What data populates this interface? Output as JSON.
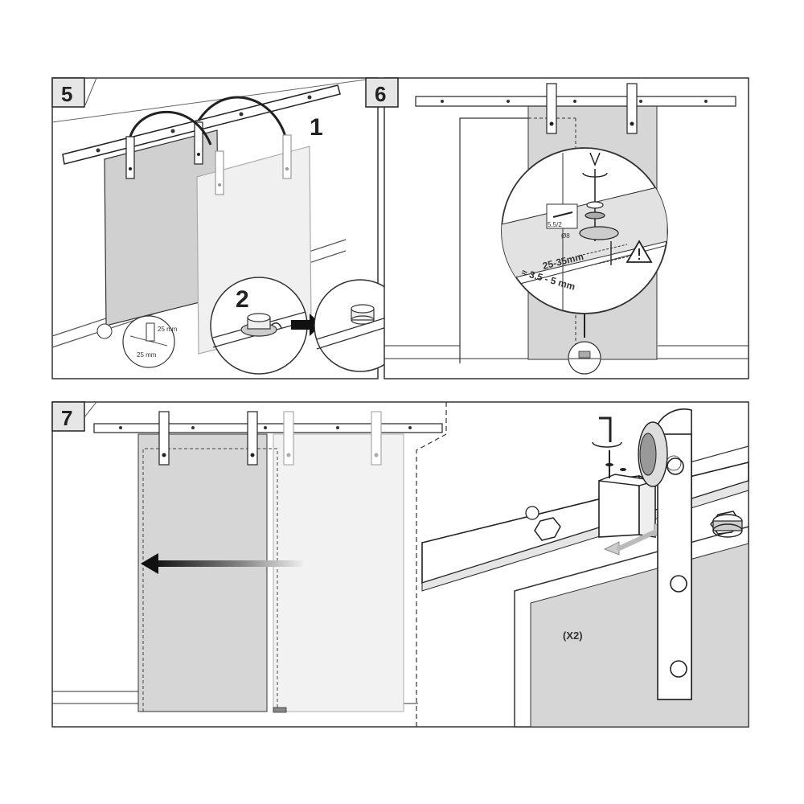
{
  "steps": [
    {
      "number": "5",
      "callouts": [
        "1",
        "2"
      ],
      "dimension_labels": [
        "25 mm",
        "25 mm"
      ]
    },
    {
      "number": "6",
      "dimension_labels": [
        "25-35mm",
        "≈ 3.5 - 5 mm",
        "5.5/2",
        "Ø8"
      ]
    },
    {
      "number": "7",
      "quantity_label": "(X2)"
    }
  ],
  "icons": [
    "hex-key-icon",
    "rotate-arrow-icon",
    "warning-triangle-icon",
    "direction-arrow-icon",
    "double-arrow-icon"
  ]
}
